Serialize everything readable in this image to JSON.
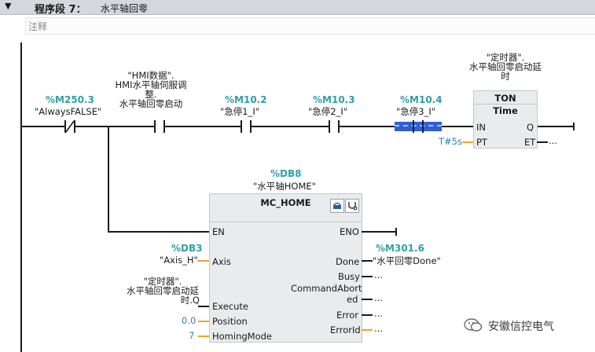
{
  "header": {
    "segment_label": "程序段 7：",
    "segment_name": "水平轴回零"
  },
  "comment": {
    "label": "注释"
  },
  "contacts": {
    "m250_3": {
      "address": "%M250.3",
      "symbol": "\"AlwaysFALSE\""
    },
    "hmi": {
      "label_lines": [
        "\"HMI数据\".",
        "HMI水平轴伺服调",
        "整.",
        "水平轴回零启动"
      ]
    },
    "m10_2": {
      "address": "%M10.2",
      "symbol": "\"急停1_I\""
    },
    "m10_3": {
      "address": "%M10.3",
      "symbol": "\"急停2_I\""
    },
    "m10_4": {
      "address": "%M10.4",
      "symbol": "\"急停3_I\""
    }
  },
  "timer": {
    "label_lines": [
      "\"定时器\".",
      "水平轴回零启动延",
      "时"
    ],
    "type": "TON",
    "subtitle": "Time",
    "pins": {
      "in": "IN",
      "q": "Q",
      "pt": "PT",
      "et": "ET"
    },
    "pt_value": "T#5s",
    "et_value": "..."
  },
  "mc_home": {
    "db_address": "%DB8",
    "db_symbol": "\"水平轴HOME\"",
    "title": "MC_HOME",
    "pins_in": {
      "en": "EN",
      "axis": "Axis",
      "execute": "Execute",
      "position": "Position",
      "homing_mode": "HomingMode"
    },
    "pins_out": {
      "eno": "ENO",
      "done": "Done",
      "busy": "Busy",
      "cmd_abort_1": "CommandAbort",
      "cmd_abort_2": "ed",
      "error": "Error",
      "error_id": "ErrorId"
    },
    "axis_address": "%DB3",
    "axis_symbol": "\"Axis_H\"",
    "execute_lines": [
      "\"定时器\".",
      "水平轴回零启动延",
      "时.Q"
    ],
    "position_value": "0.0",
    "homing_mode_value": "7",
    "done_address": "%M301.6",
    "done_symbol": "\"水平回零Done\"",
    "busy_value": "...",
    "cmd_abort_value": "...",
    "error_value": "...",
    "error_id_value": "..."
  },
  "watermark": {
    "text": "安徽信控电气"
  },
  "icons": [
    "collapse-arrow-icon",
    "block-icon",
    "diagnostics-icon",
    "wechat-icon"
  ]
}
